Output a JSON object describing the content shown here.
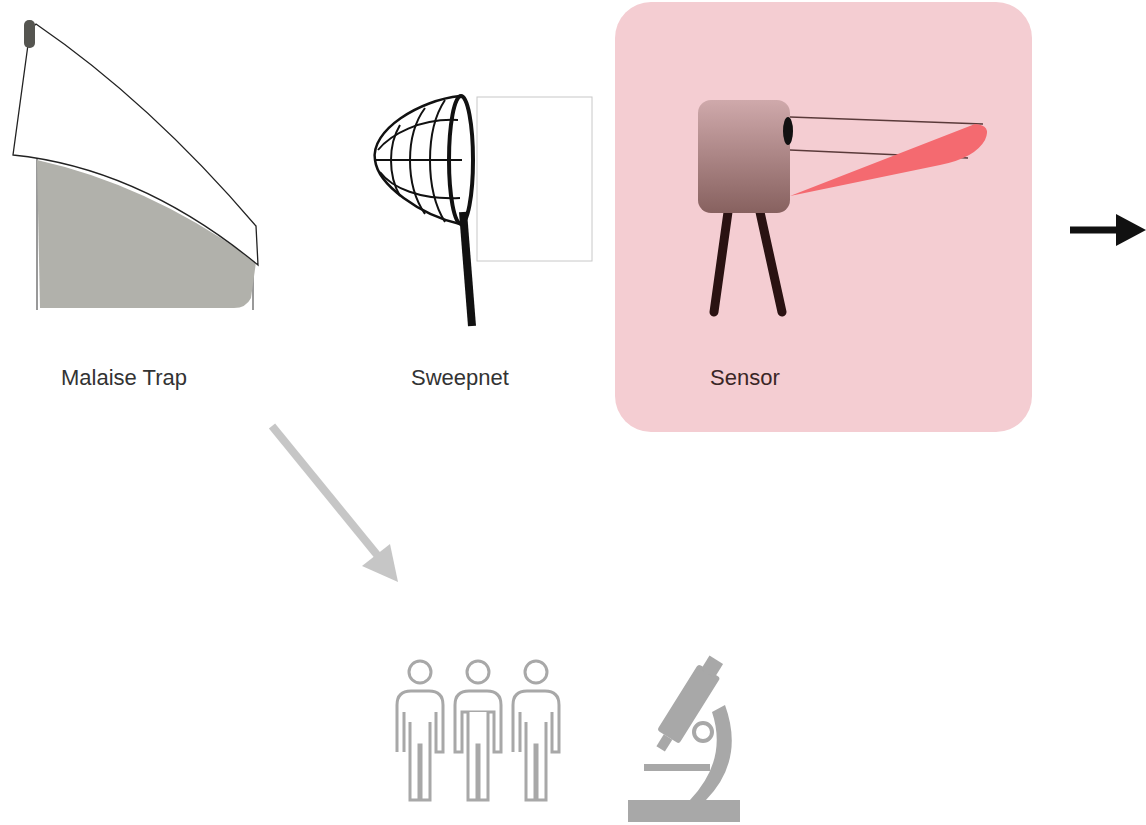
{
  "diagram": {
    "nodes": [
      {
        "text": [
          "Sensor"
        ]
      }
    ],
    "labels": [
      "Malaise Trap",
      "Sweepnet"
    ]
  }
}
